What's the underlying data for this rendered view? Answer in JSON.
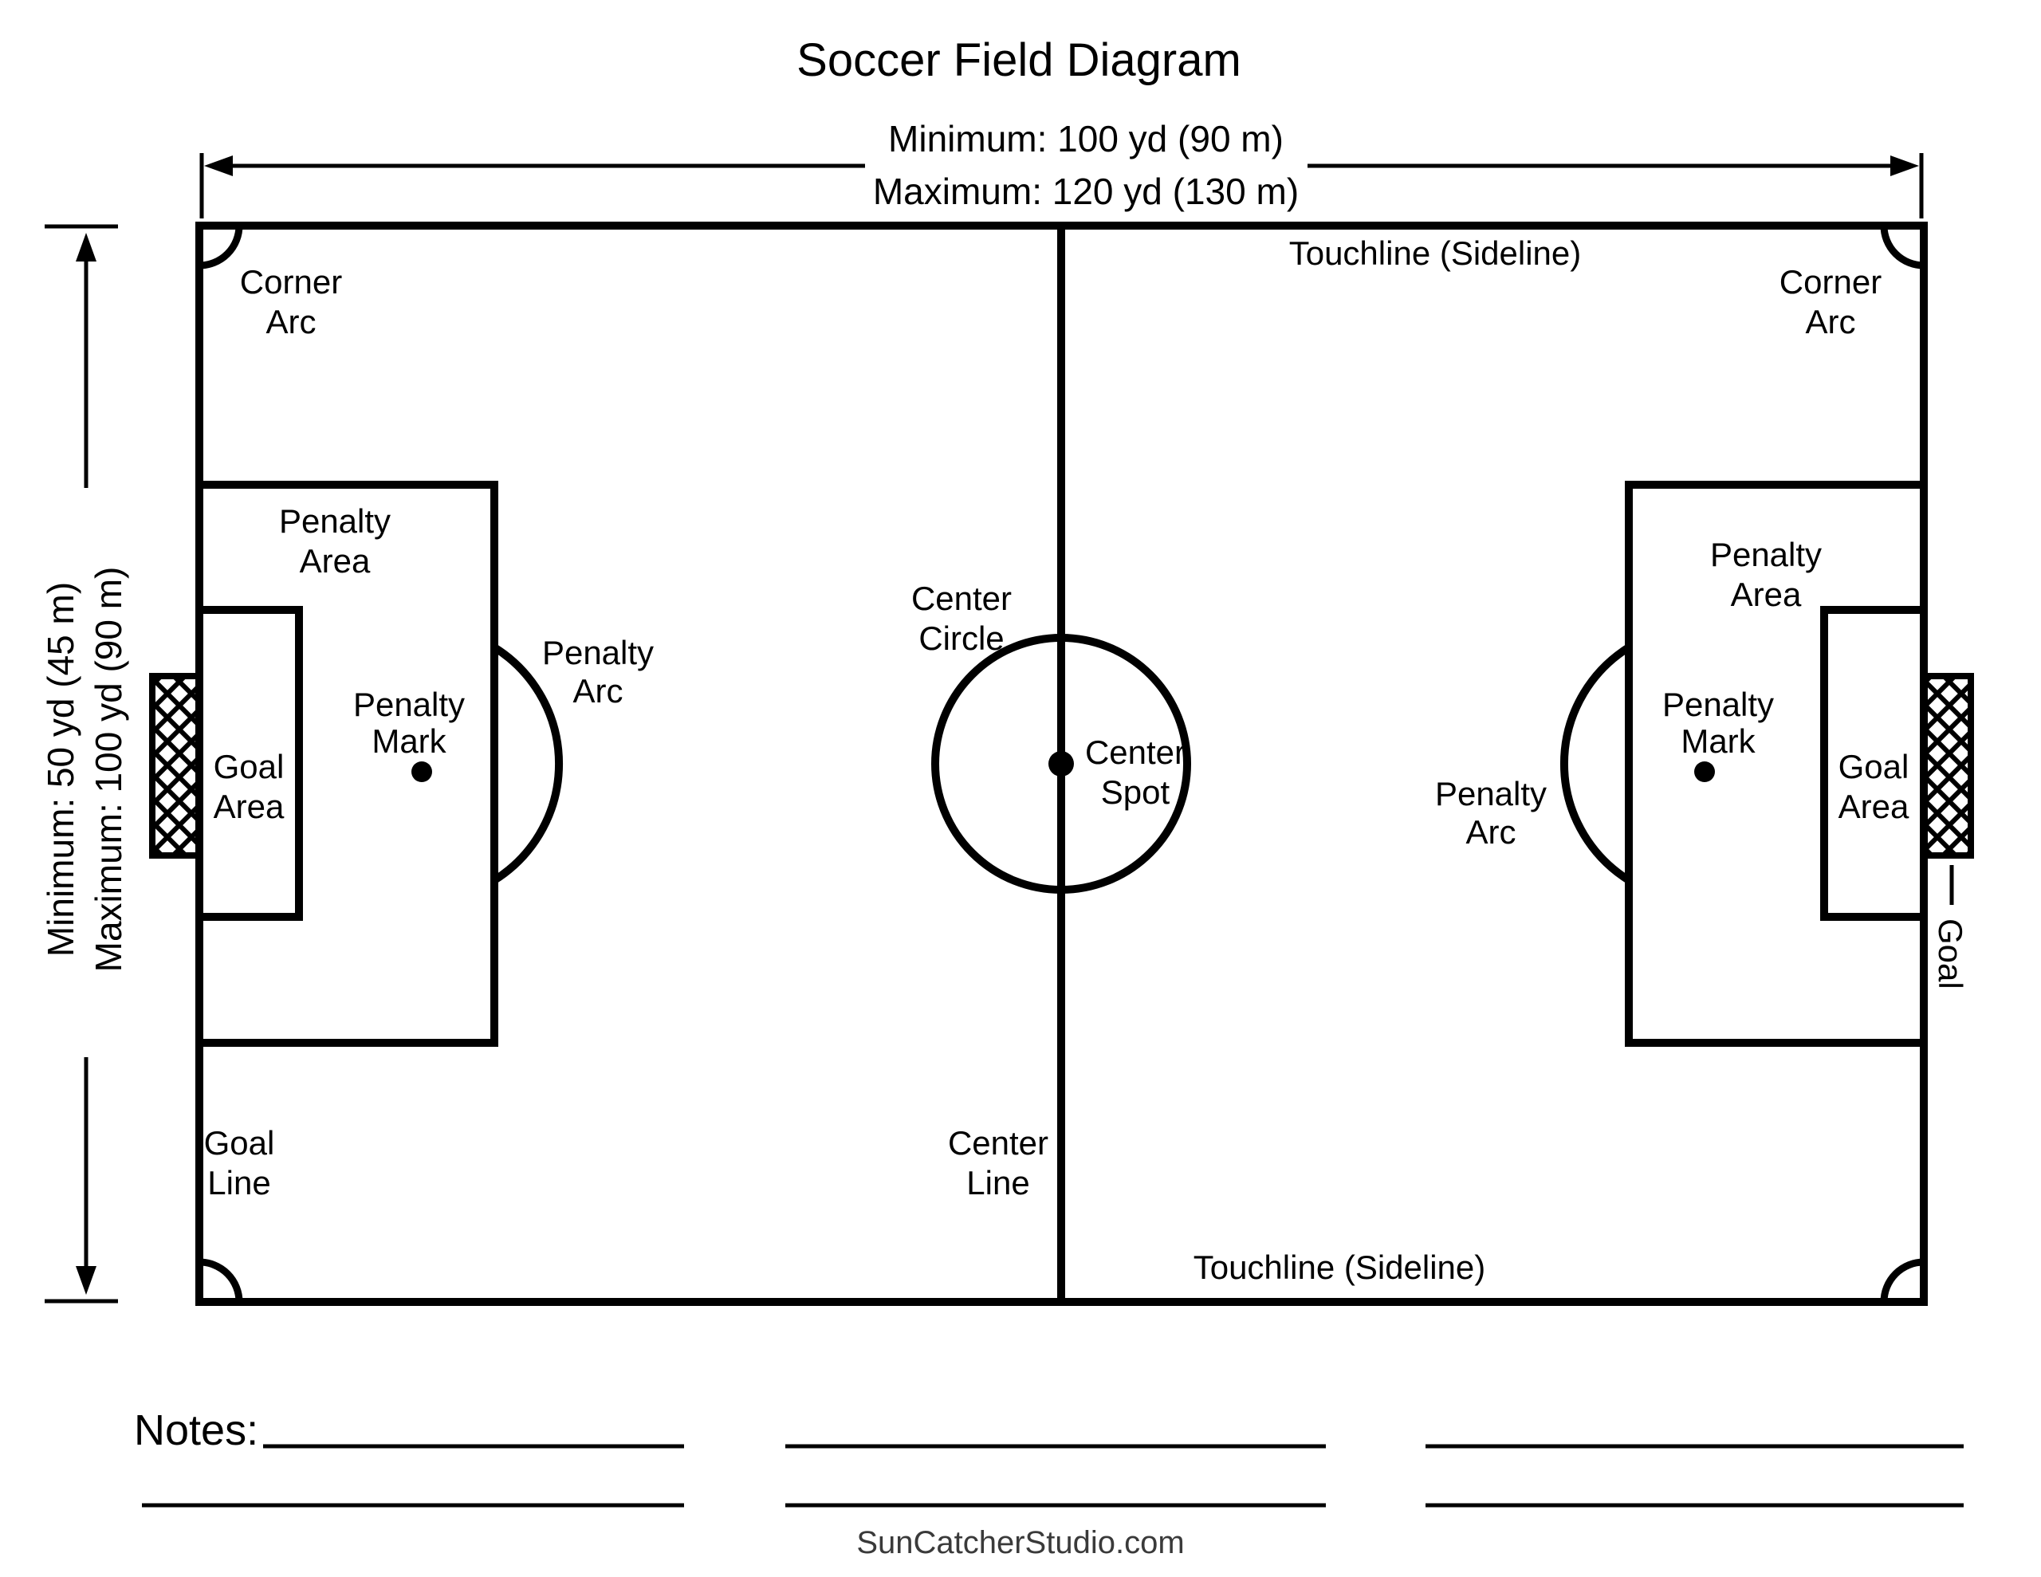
{
  "title": "Soccer Field Diagram",
  "dimensions": {
    "width_min": "Minimum: 100 yd (90 m)",
    "width_max": "Maximum: 120 yd (130 m)",
    "height_min": "Minimum: 50 yd (45 m)",
    "height_max": "Maximum: 100 yd (90 m)"
  },
  "field_labels": {
    "corner_arc": "Corner\nArc",
    "touchline_top": "Touchline (Sideline)",
    "touchline_bottom": "Touchline (Sideline)",
    "penalty_area": "Penalty\nArea",
    "penalty_mark": "Penalty\nMark",
    "penalty_arc": "Penalty\nArc",
    "goal_area": "Goal\nArea",
    "goal": "Goal",
    "goal_line": "Goal\nLine",
    "center_circle": "Center\nCircle",
    "center_spot": "Center\nSpot",
    "center_line": "Center\nLine"
  },
  "notes": {
    "label": "Notes:"
  },
  "footer": {
    "site": "SunCatcherStudio.com"
  },
  "colors": {
    "line": "#000000",
    "background": "#ffffff",
    "footer_text": "#3a3a3a"
  }
}
